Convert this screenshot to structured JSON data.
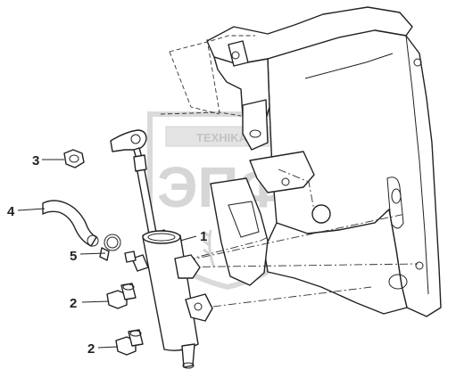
{
  "watermark": {
    "brand_text": "TEXHIKA",
    "big_text": "ЭПФ",
    "colors": {
      "shield": "#d8d8d8",
      "text": "#c8c8c8"
    }
  },
  "callouts": [
    {
      "id": "1",
      "label": "1"
    },
    {
      "id": "2a",
      "label": "2"
    },
    {
      "id": "2b",
      "label": "2"
    },
    {
      "id": "3",
      "label": "3"
    },
    {
      "id": "4",
      "label": "4"
    },
    {
      "id": "5",
      "label": "5"
    }
  ]
}
